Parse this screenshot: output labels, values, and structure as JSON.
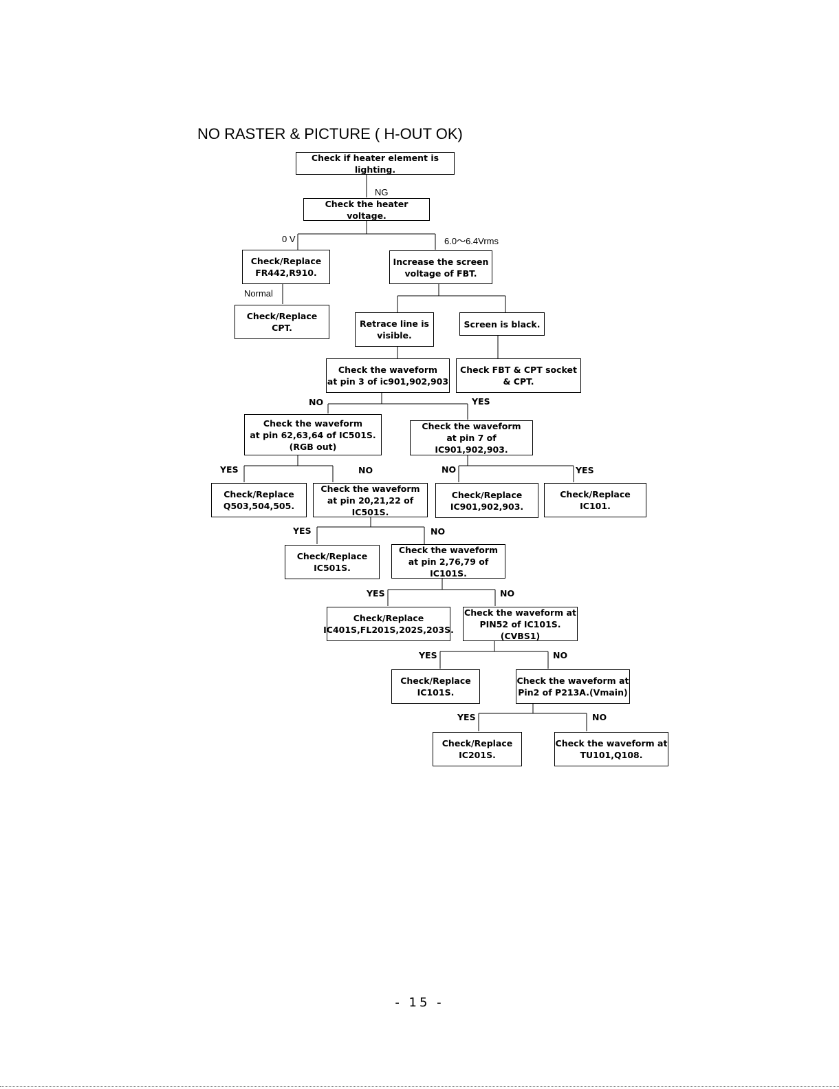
{
  "title": "NO RASTER & PICTURE ( H-OUT OK)",
  "boxes": {
    "heater_lighting": "Check if heater element is lighting.",
    "heater_voltage": "Check the heater voltage.",
    "replace_fr442": "Check/Replace\nFR442,R910.",
    "increase_screen": "Increase the screen\nvoltage of FBT.",
    "replace_cpt": "Check/Replace\nCPT.",
    "retrace_visible": "Retrace line is\nvisible.",
    "screen_black": "Screen is black.",
    "waveform_ic901_pin3": "Check the waveform\nat pin 3 of ic901,902,903",
    "check_fbt_cpt": "Check FBT & CPT socket\n& CPT.",
    "waveform_ic501s_rgb": "Check the waveform\nat pin 62,63,64 of IC501S.\n(RGB out)",
    "waveform_ic901_pin7": "Check the waveform\nat pin 7 of IC901,902,903.",
    "replace_q503": "Check/Replace\nQ503,504,505.",
    "waveform_ic501s_pin20": "Check the waveform\nat pin 20,21,22 of IC501S.",
    "replace_ic901": "Check/Replace\nIC901,902,903.",
    "replace_ic101": "Check/Replace\nIC101.",
    "replace_ic501s": "Check/Replace\nIC501S.",
    "waveform_ic101s_pin2": "Check the waveform\nat pin 2,76,79 of IC101S.",
    "replace_ic401s": "Check/Replace\nIC401S,FL201S,202S,203S.",
    "waveform_pin52": "Check the waveform at\nPIN52 of IC101S.(CVBS1)",
    "replace_ic101s": "Check/Replace\nIC101S.",
    "waveform_p213a": "Check the waveform at\nPin2 of P213A.(Vmain)",
    "replace_ic201s": "Check/Replace\nIC201S.",
    "waveform_tu101": "Check the waveform at\nTU101,Q108."
  },
  "labels": {
    "ng": "NG",
    "zero_v": "0 V",
    "vrms": "6.0～6.4Vrms",
    "normal": "Normal",
    "no1": "NO",
    "yes1": "YES",
    "yes2": "YES",
    "no2": "NO",
    "no3": "NO",
    "yes3": "YES",
    "yes4": "YES",
    "no4": "NO",
    "yes5": "YES",
    "no5": "NO",
    "yes6": "YES",
    "no6": "NO",
    "yes7": "YES",
    "no7": "NO"
  },
  "page_number": "- 15 -"
}
